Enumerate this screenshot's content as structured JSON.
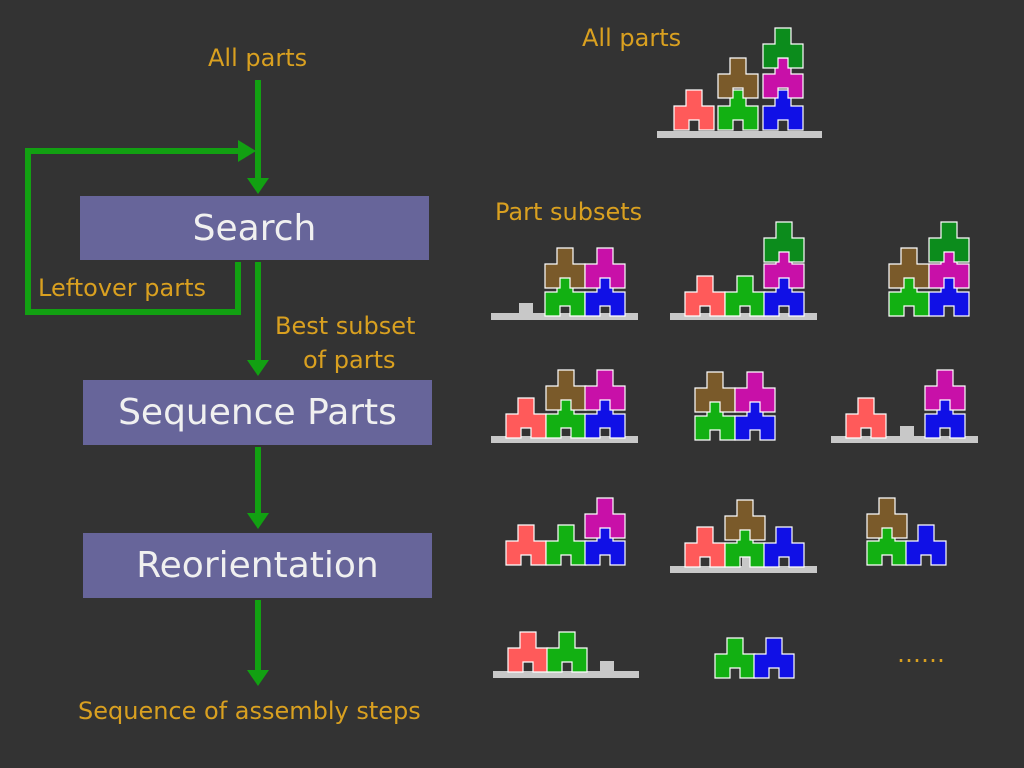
{
  "flow": {
    "input_label": "All parts",
    "search_label": "Search",
    "leftover_label": "Leftover parts",
    "best_subset_line1": "Best subset",
    "best_subset_line2": "of parts",
    "sequence_label": "Sequence Parts",
    "reorient_label": "Reorientation",
    "output_label": "Sequence of assembly steps"
  },
  "gallery": {
    "all_parts_label": "All parts",
    "subsets_label": "Part subsets",
    "ellipsis": "……"
  },
  "colors": {
    "background": "#333333",
    "box": "#67659a",
    "arrow": "#12a012",
    "label": "#d9a020",
    "base": "#c8c8c8",
    "parts": {
      "red": "#ff5a5a",
      "green": "#12b012",
      "blue": "#1010e6",
      "magenta": "#c810a8",
      "brown": "#7a5a2a",
      "dark_green": "#0c8c1c"
    }
  }
}
